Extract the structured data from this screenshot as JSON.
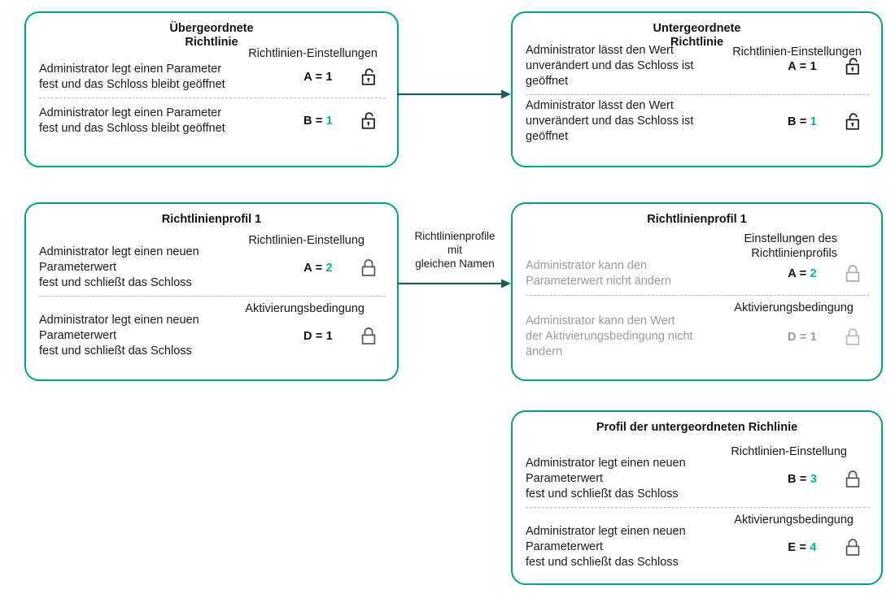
{
  "diagram": {
    "accent_border": "#00a184",
    "value_accent": "#00b894",
    "arrow_color": "#1a5e56",
    "dim_color": "#9b9b9b"
  },
  "cards": {
    "parent_policy": {
      "title": "Übergeordnete\nRichtlinie",
      "sections": [
        {
          "header": "Richtlinien-Einstellungen",
          "rows": [
            {
              "desc": "Administrator legt einen Parameter\nfest und das Schloss bleibt geöffnet",
              "param": "A =",
              "value": "1",
              "value_accent": false,
              "lock": "lock-open-icon",
              "dim": false
            }
          ]
        },
        {
          "header": "",
          "rows": [
            {
              "desc": "Administrator legt einen Parameter\nfest und das Schloss bleibt geöffnet",
              "param": "B =",
              "value": "1",
              "value_accent": true,
              "lock": "lock-open-icon",
              "dim": false
            }
          ]
        }
      ]
    },
    "child_policy": {
      "title": "Untergeordnete\nRichtlinie",
      "sections": [
        {
          "header": "Richtlinien-Einstellungen",
          "rows": [
            {
              "desc": "Administrator lässt den Wert\nunverändert und das Schloss ist\ngeöffnet",
              "param": "A =",
              "value": "1",
              "value_accent": false,
              "lock": "lock-open-icon",
              "dim": false
            }
          ]
        },
        {
          "header": "",
          "rows": [
            {
              "desc": "Administrator lässt den Wert\nunverändert und das Schloss ist\ngeöffnet",
              "param": "B =",
              "value": "1",
              "value_accent": true,
              "lock": "lock-open-icon",
              "dim": false
            }
          ]
        }
      ]
    },
    "policy_profile_left": {
      "title": "Richtlinienprofil 1",
      "sections": [
        {
          "header": "Richtlinien-Einstellung",
          "rows": [
            {
              "desc": "Administrator legt einen neuen\nParameterwert\nfest und schließt das Schloss",
              "param": "A =",
              "value": "2",
              "value_accent": true,
              "lock": "lock-closed-icon",
              "dim": false
            }
          ]
        },
        {
          "header": "Aktivierungsbedingung",
          "rows": [
            {
              "desc": "Administrator legt einen neuen\nParameterwert\nfest und schließt das Schloss",
              "param": "D =",
              "value": "1",
              "value_accent": false,
              "lock": "lock-closed-icon",
              "dim": false
            }
          ]
        }
      ]
    },
    "policy_profile_right": {
      "title": "Richtlinienprofil 1",
      "sections": [
        {
          "header": "Einstellungen des\nRichtlinienprofils",
          "rows": [
            {
              "desc": "Administrator kann den\nParameterwert nicht ändern",
              "param": "A =",
              "value": "2",
              "value_accent": true,
              "lock": "lock-closed-icon",
              "dim": true
            }
          ]
        },
        {
          "header": "Aktivierungsbedingung",
          "rows": [
            {
              "desc": "Administrator kann den Wert\nder Aktivierungsbedingung nicht\nändern",
              "param": "D =",
              "value": "1",
              "value_accent": false,
              "lock": "lock-closed-icon",
              "dim": true
            }
          ]
        }
      ]
    },
    "child_policy_profile": {
      "title": "Profil der untergeordneten Richlinie",
      "sections": [
        {
          "header": "Richtlinien-Einstellung",
          "rows": [
            {
              "desc": "Administrator legt einen neuen\nParameterwert\nfest und schließt das Schloss",
              "param": "B =",
              "value": "3",
              "value_accent": true,
              "lock": "lock-closed-icon",
              "dim": false
            }
          ]
        },
        {
          "header": "Aktivierungsbedingung",
          "rows": [
            {
              "desc": "Administrator legt einen neuen\nParameterwert\nfest und schließt das Schloss",
              "param": "E =",
              "value": "4",
              "value_accent": true,
              "lock": "lock-closed-icon",
              "dim": false
            }
          ]
        }
      ]
    }
  },
  "arrows": {
    "top": {
      "label": ""
    },
    "middle": {
      "label": "Richtlinienprofile\nmit\ngleichen Namen"
    }
  }
}
